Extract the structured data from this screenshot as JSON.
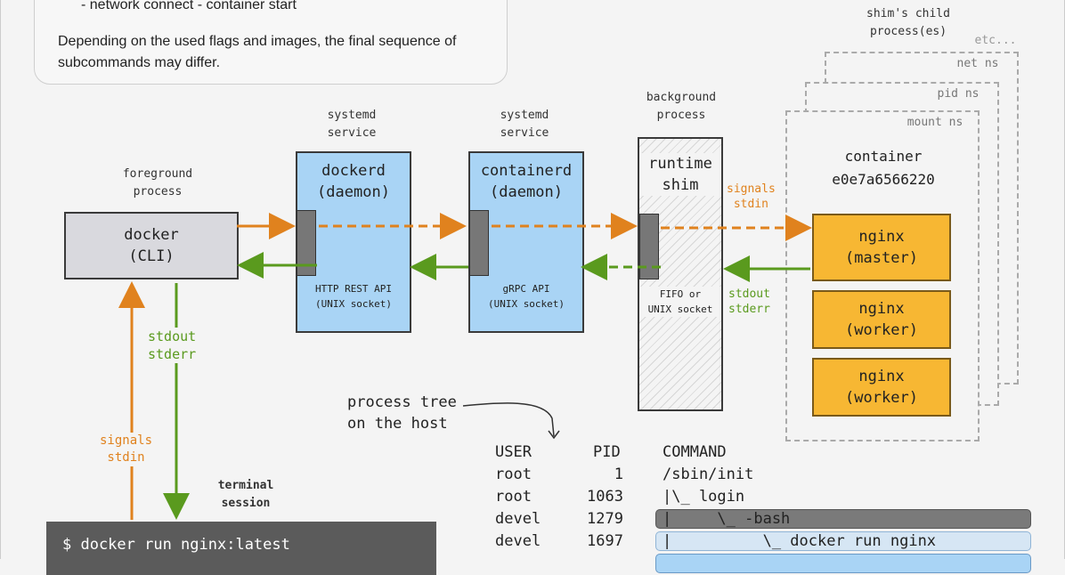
{
  "note": {
    "line1": "- network connect - container start",
    "line2": "Depending on the used flags and images, the final sequence of subcommands may differ."
  },
  "docker": {
    "caption": "foreground\nprocess",
    "title": "docker",
    "subtitle": "(CLI)"
  },
  "dockerd": {
    "caption": "systemd\nservice",
    "title": "dockerd",
    "subtitle": "(daemon)",
    "api": "HTTP REST API\n(UNIX socket)"
  },
  "containerd": {
    "caption": "systemd\nservice",
    "title": "containerd",
    "subtitle": "(daemon)",
    "api": "gRPC API\n(UNIX socket)"
  },
  "shim": {
    "caption": "background\nprocess",
    "title": "runtime\nshim",
    "api": "FIFO or\nUNIX socket"
  },
  "children": {
    "caption": "shim's child\nprocess(es)",
    "etc": "etc...",
    "net": "net ns",
    "pid": "pid ns",
    "mount": "mount ns",
    "container_title": "container",
    "container_id": "e0e7a6566220"
  },
  "nginx": [
    {
      "name": "nginx",
      "role": "(master)"
    },
    {
      "name": "nginx",
      "role": "(worker)"
    },
    {
      "name": "nginx",
      "role": "(worker)"
    }
  ],
  "labels": {
    "signals_stdin_right": "signals\nstdin",
    "stdout_stderr_right": "stdout\nstderr",
    "stdout_stderr_left": "stdout\nstderr",
    "signals_stdin_left": "signals\nstdin",
    "terminal_session": "terminal\nsession",
    "process_tree": "process tree\non the host"
  },
  "terminal": {
    "command": "$ docker run nginx:latest"
  },
  "process_table": {
    "headers": [
      "USER",
      "PID",
      "COMMAND"
    ],
    "rows": [
      {
        "user": "root",
        "pid": "1",
        "command": "/sbin/init"
      },
      {
        "user": "root",
        "pid": "1063",
        "command": "|\\_ login"
      },
      {
        "user": "devel",
        "pid": "1279",
        "command": "|     \\_ -bash"
      },
      {
        "user": "devel",
        "pid": "1697",
        "command": "|          \\_ docker run nginx"
      }
    ]
  },
  "colors": {
    "orange": "#e0821e",
    "green": "#5a9a1e",
    "blue": "#a9d4f5",
    "yellow": "#f7b733",
    "gray_box": "#d9d9de"
  }
}
